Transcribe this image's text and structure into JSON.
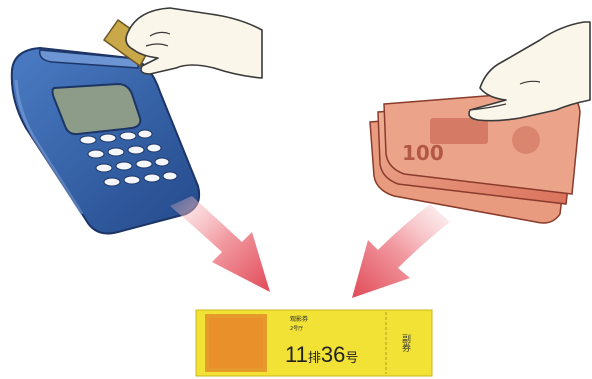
{
  "ticket": {
    "title": "观影券",
    "subtitle": "2号厅",
    "seat_row": "11",
    "seat_row_unit": "排",
    "seat_number": "36",
    "seat_number_unit": "号",
    "stub_label": "副券"
  },
  "icons": {
    "card_payment": "card-terminal-icon",
    "cash_payment": "banknotes-icon",
    "flow": "arrow-icon"
  },
  "colors": {
    "terminal": "#2f5fa8",
    "ticket": "#f2e236",
    "ticket_art": "#e59a2b",
    "arrow": "#e8707a",
    "banknote": "#e58a6c"
  }
}
